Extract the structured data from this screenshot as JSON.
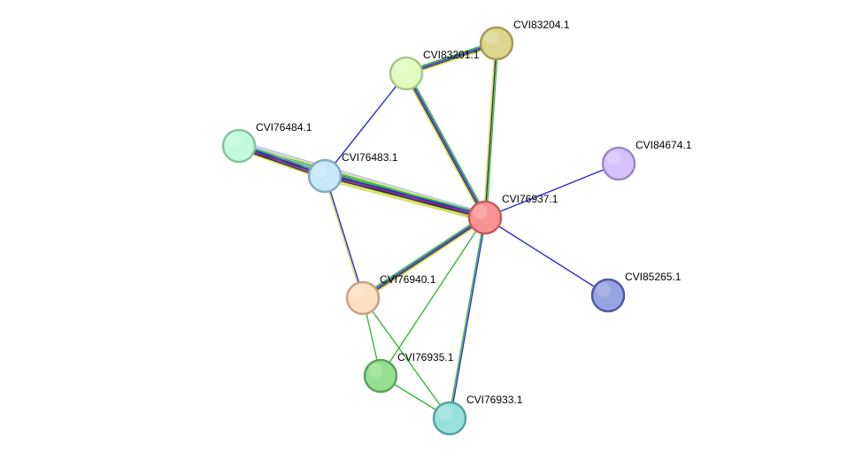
{
  "nodes": [
    {
      "id": "CVI76937.1",
      "label": "CVI76937.1",
      "fill": "#f99494",
      "stroke": "#c85a5a"
    },
    {
      "id": "CVI83204.1",
      "label": "CVI83204.1",
      "fill": "#dcd68f",
      "stroke": "#a29c57"
    },
    {
      "id": "CVI83201.1",
      "label": "CVI83201.1",
      "fill": "#e3fbc0",
      "stroke": "#a8c688"
    },
    {
      "id": "CVI76484.1",
      "label": "CVI76484.1",
      "fill": "#c2f9dc",
      "stroke": "#86c39f"
    },
    {
      "id": "CVI76483.1",
      "label": "CVI76483.1",
      "fill": "#c6e8fa",
      "stroke": "#86a9c2"
    },
    {
      "id": "CVI84674.1",
      "label": "CVI84674.1",
      "fill": "#d6c2fb",
      "stroke": "#9c87c6"
    },
    {
      "id": "CVI85265.1",
      "label": "CVI85265.1",
      "fill": "#98a3e2",
      "stroke": "#4c5ba4"
    },
    {
      "id": "CVI76940.1",
      "label": "CVI76940.1",
      "fill": "#fde0c2",
      "stroke": "#c4a286"
    },
    {
      "id": "CVI76935.1",
      "label": "CVI76935.1",
      "fill": "#97de92",
      "stroke": "#5da15a"
    },
    {
      "id": "CVI76933.1",
      "label": "CVI76933.1",
      "fill": "#98e2da",
      "stroke": "#55a39c"
    }
  ],
  "edges": [
    {
      "source": "CVI76484.1",
      "target": "CVI76937.1",
      "colors": [
        "#aabdf5",
        "#d2e05c",
        "#3ab53a",
        "#2a2acc",
        "#8a2a8a",
        "#333333",
        "#d2e05c"
      ]
    },
    {
      "source": "CVI76483.1",
      "target": "CVI76937.1",
      "colors": [
        "#3ab53a",
        "#2a2acc",
        "#8a2a8a",
        "#333333",
        "#d2e05c",
        "#d2e05c"
      ]
    },
    {
      "source": "CVI83201.1",
      "target": "CVI76937.1",
      "colors": [
        "#3ab53a",
        "#2a2acc",
        "#333333",
        "#d2e05c"
      ]
    },
    {
      "source": "CVI83204.1",
      "target": "CVI76937.1",
      "colors": [
        "#3ab53a",
        "#333333",
        "#d2e05c"
      ]
    },
    {
      "source": "CVI83201.1",
      "target": "CVI83204.1",
      "colors": [
        "#3ab53a",
        "#2a2acc",
        "#333333",
        "#d2e05c"
      ]
    },
    {
      "source": "CVI83201.1",
      "target": "CVI76483.1",
      "colors": [
        "#2a2acc"
      ]
    },
    {
      "source": "CVI76484.1",
      "target": "CVI76483.1",
      "colors": [
        "#aabdf5",
        "#3ab53a",
        "#2a2acc",
        "#8a2a8a",
        "#333333",
        "#d2e05c"
      ]
    },
    {
      "source": "CVI76483.1",
      "target": "CVI76940.1",
      "colors": [
        "#2a2acc",
        "#d2e05c"
      ]
    },
    {
      "source": "CVI76483.1",
      "target": "CVI76940.1",
      "colors": [
        "#2a2acc"
      ]
    },
    {
      "source": "CVI76940.1",
      "target": "CVI76937.1",
      "colors": [
        "#3ab53a",
        "#2a2acc",
        "#333333",
        "#d2e05c"
      ]
    },
    {
      "source": "CVI84674.1",
      "target": "CVI76937.1",
      "colors": [
        "#2a2acc"
      ]
    },
    {
      "source": "CVI85265.1",
      "target": "CVI76937.1",
      "colors": [
        "#2a2acc"
      ]
    },
    {
      "source": "CVI76935.1",
      "target": "CVI76937.1",
      "colors": [
        "#3ab53a"
      ]
    },
    {
      "source": "CVI76933.1",
      "target": "CVI76937.1",
      "colors": [
        "#3ab53a",
        "#2a2acc"
      ]
    },
    {
      "source": "CVI76940.1",
      "target": "CVI76935.1",
      "colors": [
        "#3ab53a"
      ]
    },
    {
      "source": "CVI76940.1",
      "target": "CVI76933.1",
      "colors": [
        "#3ab53a"
      ]
    },
    {
      "source": "CVI76935.1",
      "target": "CVI76933.1",
      "colors": [
        "#3ab53a"
      ]
    }
  ]
}
